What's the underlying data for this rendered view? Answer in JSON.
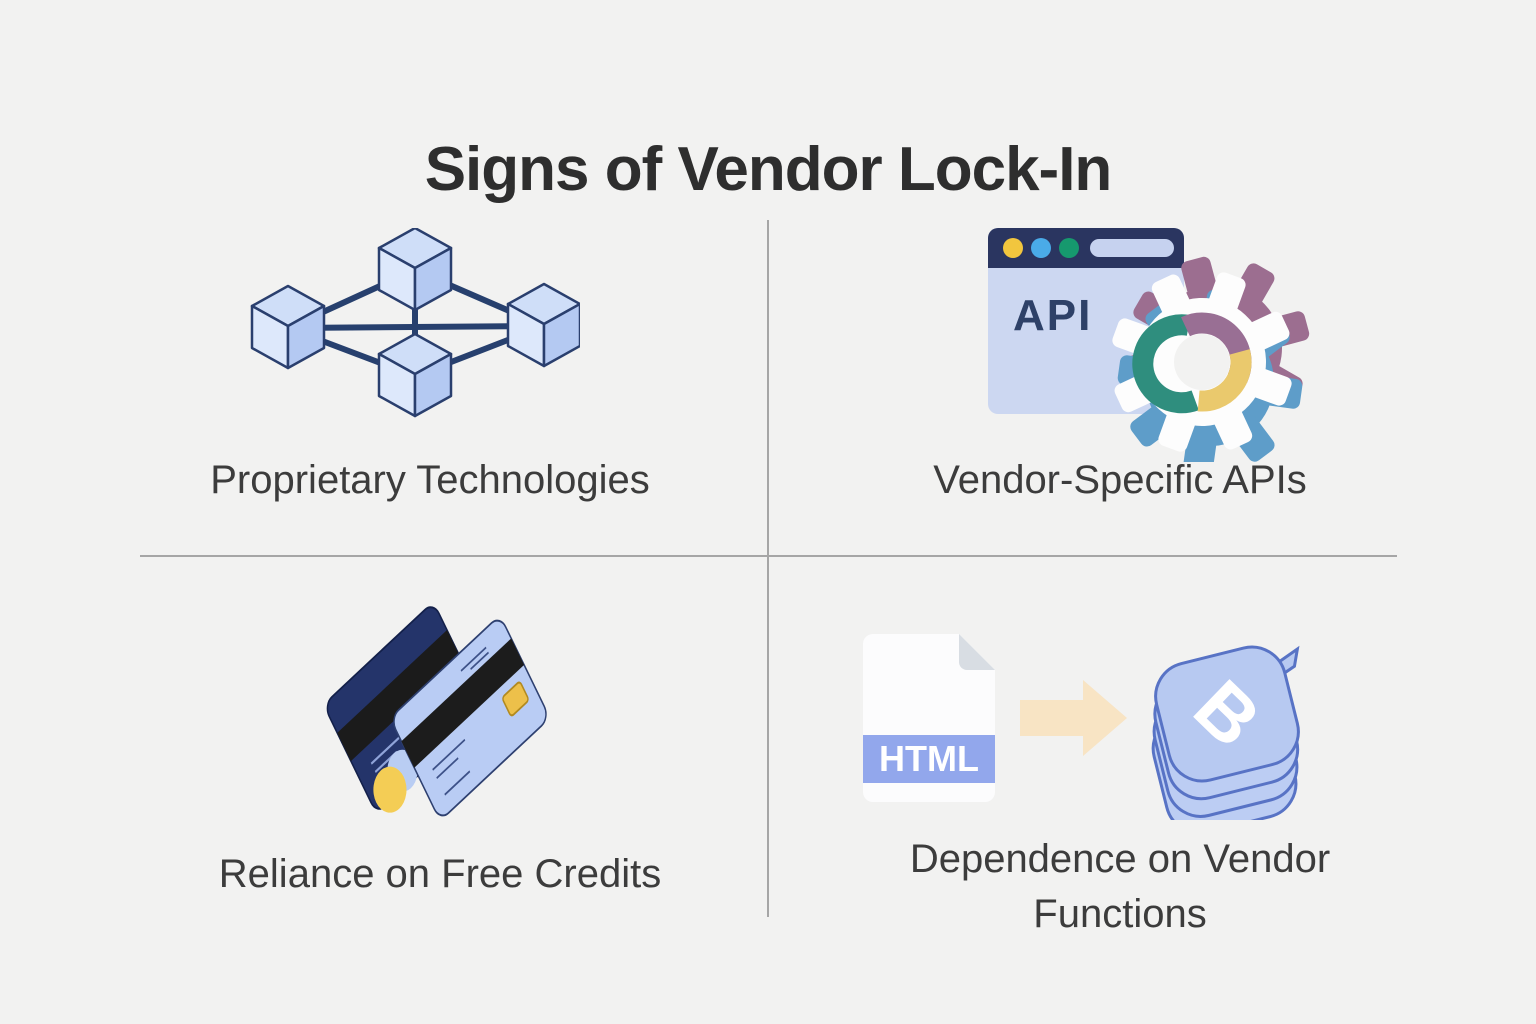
{
  "page": {
    "title": "Signs of Vendor Lock-In"
  },
  "quadrants": {
    "top_left": {
      "label": "Proprietary Technologies",
      "icon": "network-cubes-icon"
    },
    "top_right": {
      "label": "Vendor-Specific APIs",
      "icon": "api-browser-gear-icon",
      "browser_text": "API"
    },
    "bottom_left": {
      "label": "Reliance on Free Credits",
      "icon": "credit-cards-icon"
    },
    "bottom_right": {
      "label": "Dependence on Vendor Functions",
      "icon": "html-file-to-framework-icon",
      "file_label": "HTML",
      "framework_letter": "B"
    }
  },
  "colors": {
    "background": "#f2f2f1",
    "divider": "#a6a6a6",
    "title_text": "#2e2e2e",
    "label_text": "#3c3c3c",
    "navy": "#27406e",
    "cube_fill": "#c9daf6",
    "browser_bar": "#2a3560",
    "browser_body": "#ccd7f1",
    "dot_yellow": "#f2c63e",
    "dot_blue": "#4aabe8",
    "dot_green": "#16996e",
    "gear_white": "#fdfdfd",
    "gear_ring_teal": "#2f8e7e",
    "gear_ring_mauve": "#996f94",
    "gear_ring_yellow": "#eac96d",
    "card_navy": "#24346a",
    "card_light": "#b9ccf4",
    "card_stripe": "#1b1b1b",
    "chip_gold": "#edc04a",
    "html_band": "#92a7ec",
    "arrow_cream": "#f8e4c4",
    "badge_periwinkle": "#b7c9f1",
    "badge_outline": "#5873c5"
  }
}
